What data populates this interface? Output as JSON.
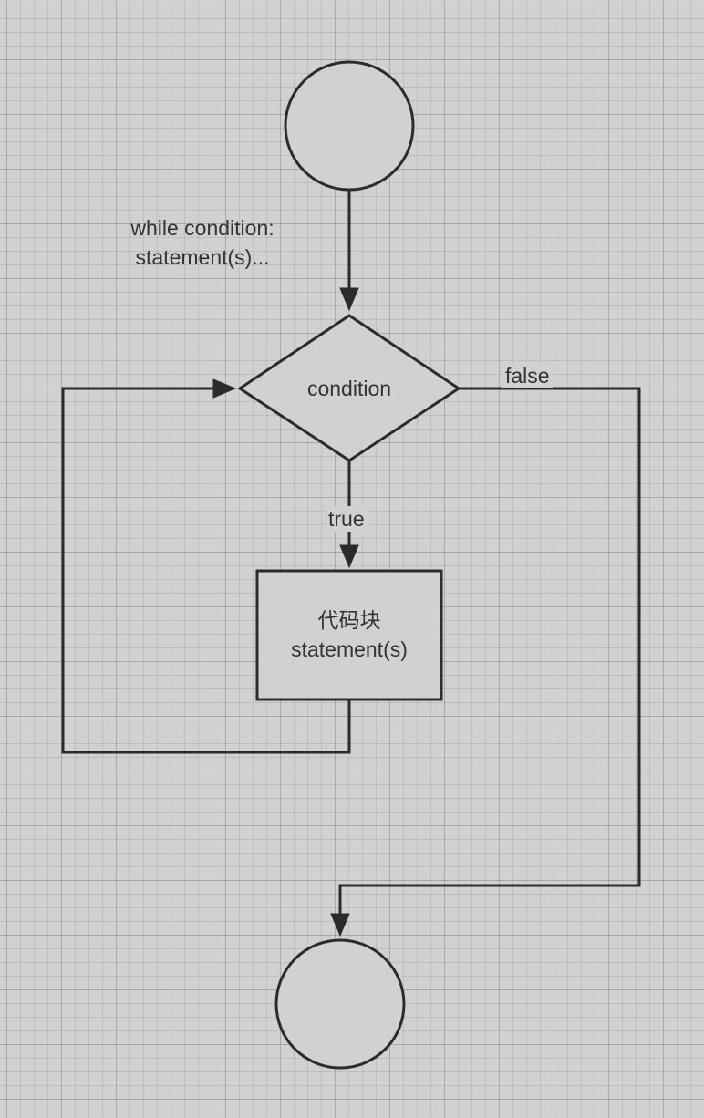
{
  "diagram": {
    "type": "flowchart",
    "annotation": {
      "line1": "while condition:",
      "line2": "statement(s)..."
    },
    "nodes": {
      "start": {
        "shape": "circle",
        "label": ""
      },
      "decision": {
        "shape": "diamond",
        "label": "condition"
      },
      "block": {
        "shape": "rectangle",
        "line1": "代码块",
        "line2": "statement(s)"
      },
      "end": {
        "shape": "circle",
        "label": ""
      }
    },
    "edges": {
      "start_to_decision": {
        "from": "start",
        "to": "decision",
        "label": ""
      },
      "decision_to_block": {
        "from": "decision",
        "to": "block",
        "label": "true"
      },
      "block_to_decision": {
        "from": "block",
        "to": "decision",
        "label": ""
      },
      "decision_to_end": {
        "from": "decision",
        "to": "end",
        "label": "false"
      }
    },
    "colors": {
      "background": "#d1d1d1",
      "stroke": "#2b2b2b",
      "text": "#333333"
    }
  }
}
